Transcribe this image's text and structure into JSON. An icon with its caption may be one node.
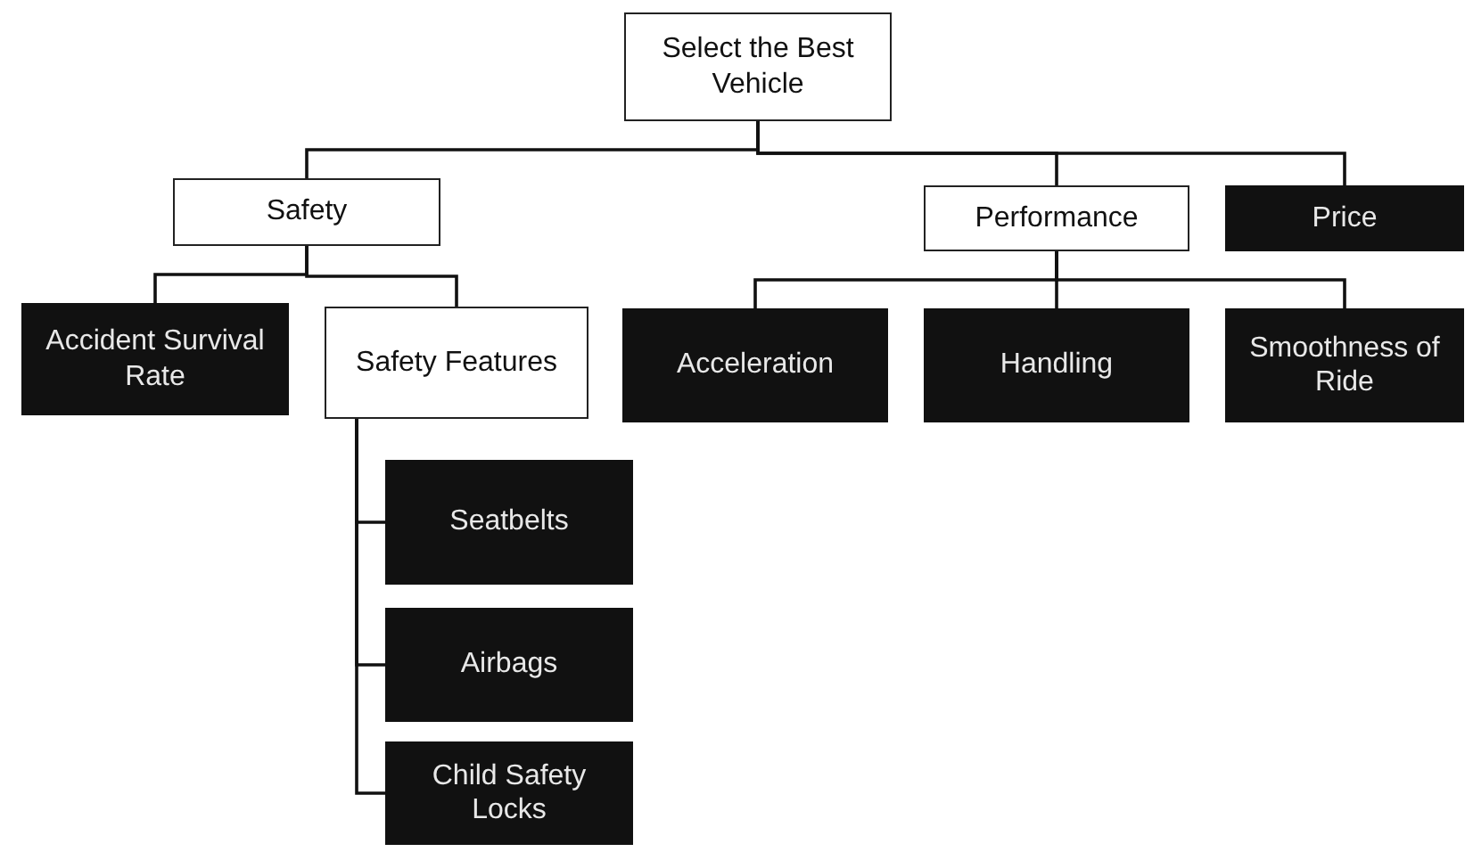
{
  "diagram": {
    "nodes": [
      {
        "text": [
          "Select the Best Vehicle"
        ]
      },
      {
        "text": [
          "Safety"
        ]
      },
      {
        "text": [
          "Performance"
        ]
      },
      {
        "text": [
          "Price"
        ]
      },
      {
        "text": [
          "Accident Survival Rate"
        ]
      },
      {
        "text": [
          "Safety Features"
        ]
      },
      {
        "text": [
          "Acceleration"
        ]
      },
      {
        "text": [
          "Handling"
        ]
      },
      {
        "text": [
          "Smoothness of Ride"
        ]
      },
      {
        "text": [
          "Seatbelts"
        ]
      },
      {
        "text": [
          "Airbags"
        ]
      },
      {
        "text": [
          "Child Safety Locks"
        ]
      }
    ],
    "edges": [
      {
        "from": 0,
        "to": 1,
        "arrow": "none"
      },
      {
        "from": 0,
        "to": 2,
        "arrow": "none"
      },
      {
        "from": 0,
        "to": 3,
        "arrow": "none"
      },
      {
        "from": 1,
        "to": 4,
        "arrow": "none"
      },
      {
        "from": 1,
        "to": 5,
        "arrow": "none"
      },
      {
        "from": 2,
        "to": 6,
        "arrow": "none"
      },
      {
        "from": 2,
        "to": 7,
        "arrow": "none"
      },
      {
        "from": 2,
        "to": 8,
        "arrow": "none"
      },
      {
        "from": 5,
        "to": 9,
        "arrow": "none"
      },
      {
        "from": 5,
        "to": 10,
        "arrow": "none"
      },
      {
        "from": 5,
        "to": 11,
        "arrow": "none"
      }
    ]
  }
}
